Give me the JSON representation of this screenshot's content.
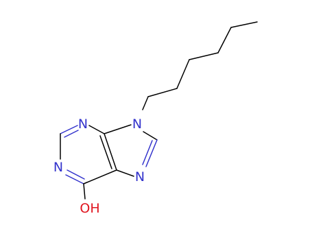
{
  "structure": {
    "atoms": {
      "n3": "N",
      "n9": "N",
      "n1": "N",
      "n7": "N",
      "o6": "OH"
    },
    "colors": {
      "carbon_bond": "#000000",
      "nitrogen": "#3333cc",
      "oxygen": "#e0151f",
      "background": "#ffffff"
    }
  }
}
